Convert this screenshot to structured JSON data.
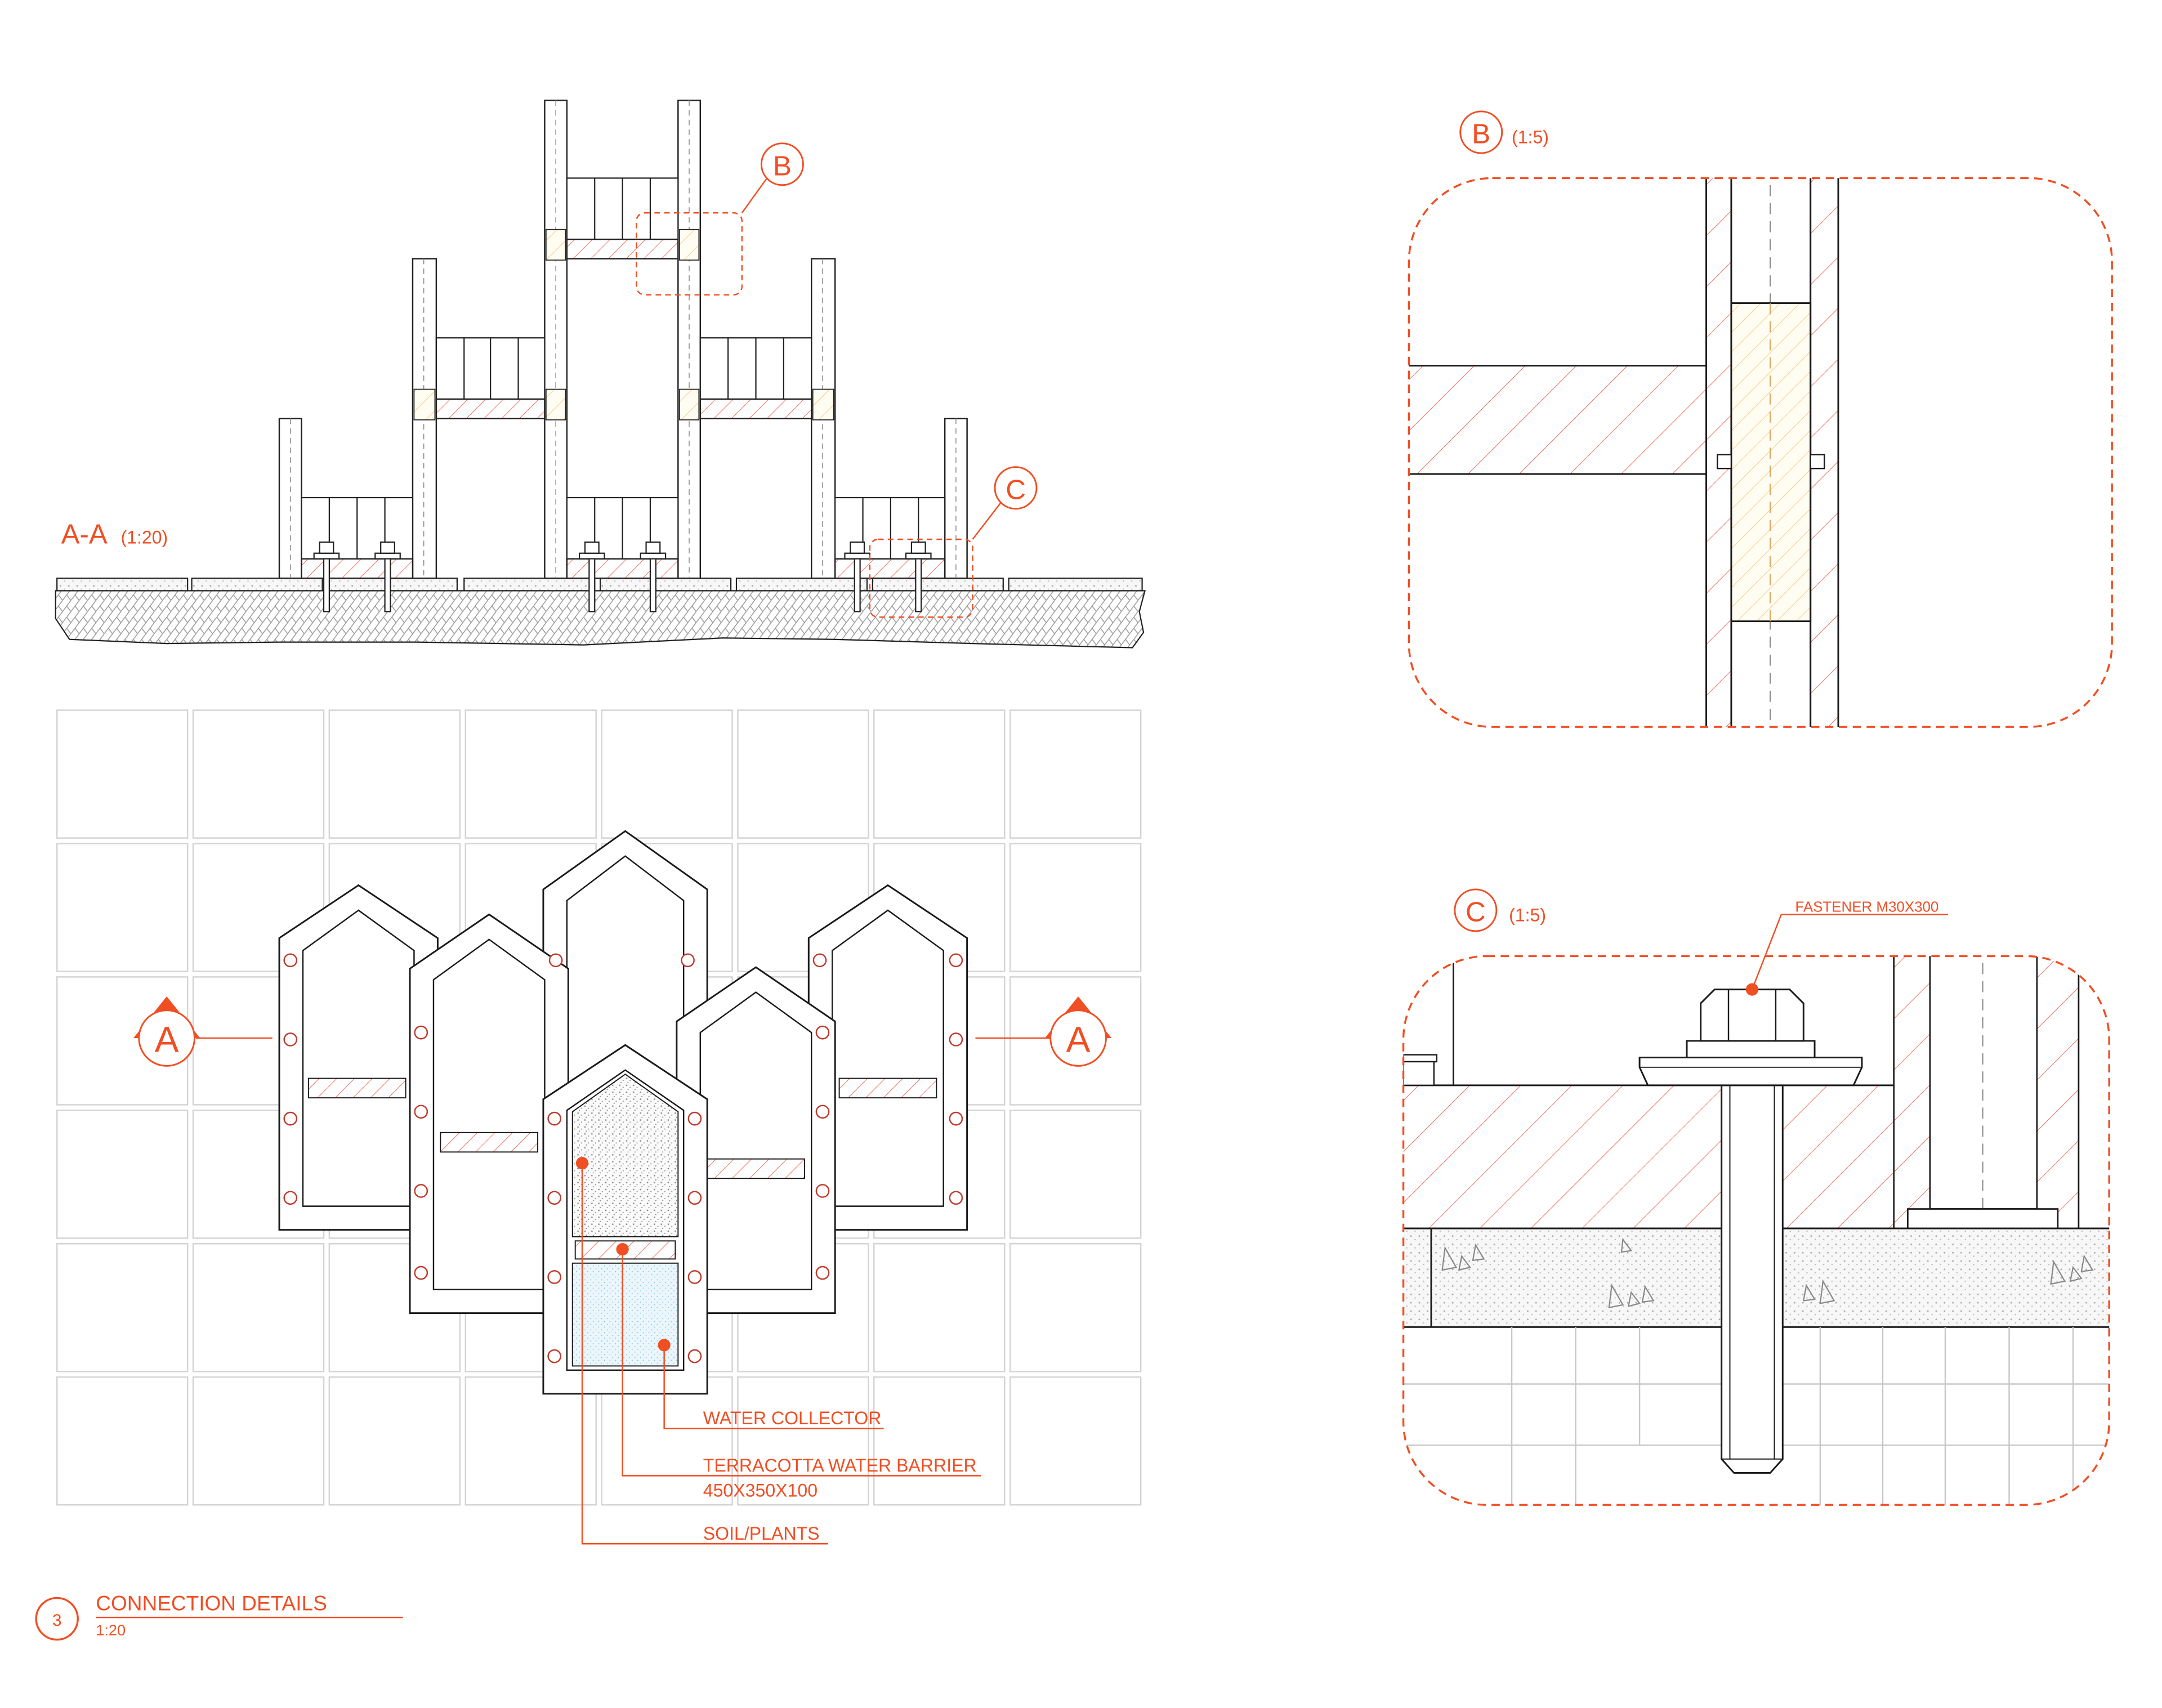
{
  "colors": {
    "accent": "#f04e23",
    "line": "#1a1a1a",
    "grid": "#d4d4d4",
    "hatch": "#f26a5a"
  },
  "section_aa": {
    "title": "A-A",
    "scale": "(1:20)"
  },
  "detail_b": {
    "tag": "B",
    "scale": "(1:5)"
  },
  "detail_c": {
    "tag": "C",
    "scale": "(1:5)",
    "fastener_label": "FASTENER M30X300"
  },
  "plan": {
    "section_marker_left": "A",
    "section_marker_right": "A",
    "callouts": {
      "water_collector": "WATER COLLECTOR",
      "terracotta_barrier": "TERRACOTTA WATER BARRIER",
      "terracotta_size": "450X350X100",
      "soil_plants": "SOIL/PLANTS"
    }
  },
  "title_block": {
    "number": "3",
    "title": "CONNECTION DETAILS",
    "scale": "1:20"
  }
}
